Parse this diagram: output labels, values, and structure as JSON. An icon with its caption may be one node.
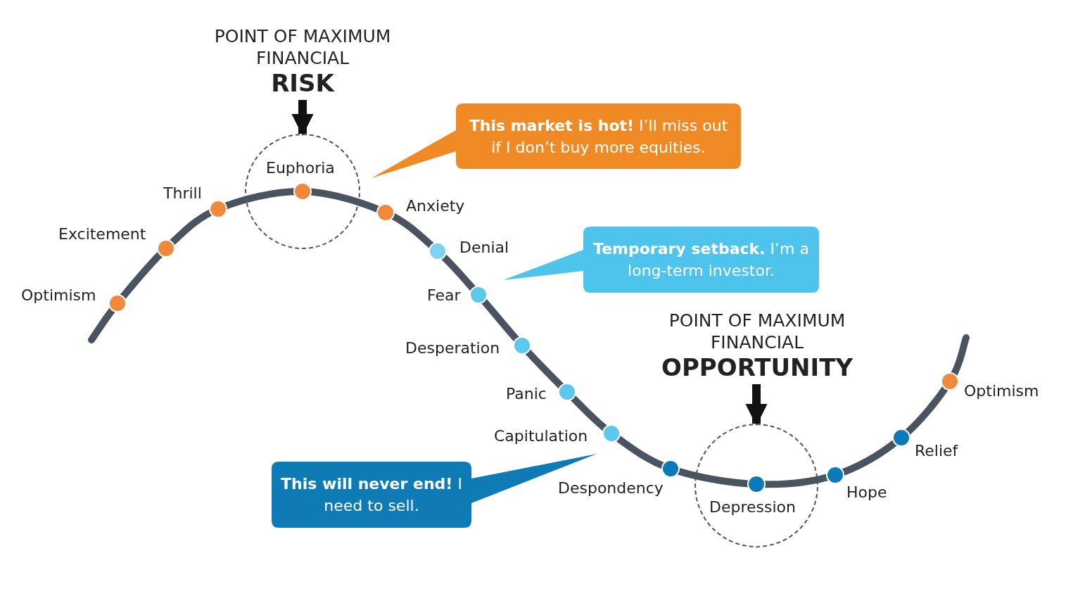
{
  "diagram": {
    "nodes": [
      {
        "text": [
          "POINT OF MAXIMUM FINANCIAL",
          "RISK"
        ]
      },
      {
        "text": [],
        "shape": "circle"
      },
      {
        "text": [
          "**This market is hot!** I’ll miss out if I don’t buy more equities."
        ]
      },
      {
        "text": [
          "**Temporary setback.** I’m a long-term investor."
        ]
      },
      {
        "text": [
          "**This will never end!** I need to sell."
        ]
      },
      {
        "text": [
          "POINT OF MAXIMUM FINANCIAL",
          "OPPORTUNITY"
        ]
      },
      {
        "text": [],
        "shape": "circle"
      }
    ],
    "edges": [
      {
        "from": 0,
        "to": 1,
        "arrow": "to"
      },
      {
        "from": 5,
        "to": 6,
        "arrow": "to"
      }
    ],
    "labels": [
      "Optimism",
      "Excitement",
      "Thrill",
      "Euphoria",
      "Anxiety",
      "Denial",
      "Fear",
      "Desperation",
      "Panic",
      "Capitulation",
      "Despondency",
      "Depression",
      "Hope",
      "Relief",
      "Optimism"
    ]
  }
}
